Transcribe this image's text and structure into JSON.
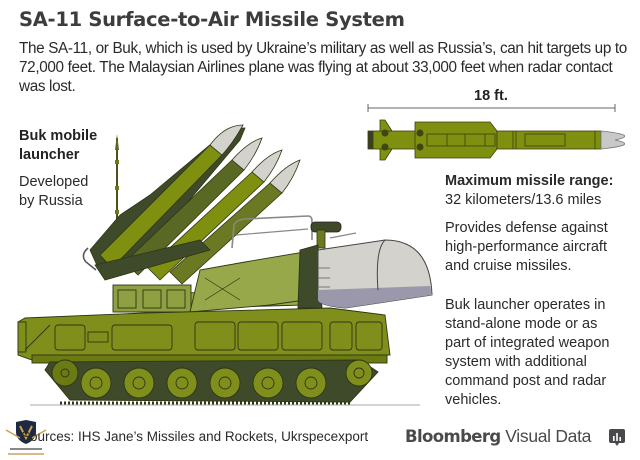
{
  "header": {
    "title": "SA-11 Surface-to-Air Missile System",
    "intro": "The SA-11, or Buk, which is used by Ukraine’s military as well as Russia’s, can hit targets up to 72,000 feet. The Malaysian Airlines plane was flying at about 33,000 feet when radar contact was lost."
  },
  "launcher": {
    "label_line1": "Buk mobile",
    "label_line2": "launcher",
    "sub_line1": "Developed",
    "sub_line2": "by Russia",
    "illustration": "buk-launcher-vehicle"
  },
  "missile": {
    "length_label": "18 ft.",
    "illustration": "missile-side-view"
  },
  "facts": {
    "range_heading": "Maximum missile range:",
    "range_value": "32 kilometers/13.6 miles",
    "defense_lines": [
      "Provides defense against",
      "high-performance aircraft",
      "and cruise missiles."
    ],
    "standalone_lines": [
      "Buk launcher operates in",
      "stand-alone mode or as",
      "part of integrated weapon",
      "system with additional",
      "command post and radar",
      "vehicles."
    ]
  },
  "footer": {
    "sources": "Sources: IHS Jane’s Missiles and Rockets, Ukrspecexport",
    "brand_bold": "Bloomberg",
    "brand_light": " Visual Data",
    "brand_icon": "bar-chart-speech-icon",
    "watermark": "arab-defense-forum-logo"
  },
  "colors": {
    "olive_dark": "#6b7a12",
    "olive": "#808f1c",
    "green_light": "#96a84a",
    "green_dark": "#3f4a2a",
    "nose_gray": "#d4d2cc",
    "text": "#2a2a2a",
    "title": "#3d3d40"
  }
}
